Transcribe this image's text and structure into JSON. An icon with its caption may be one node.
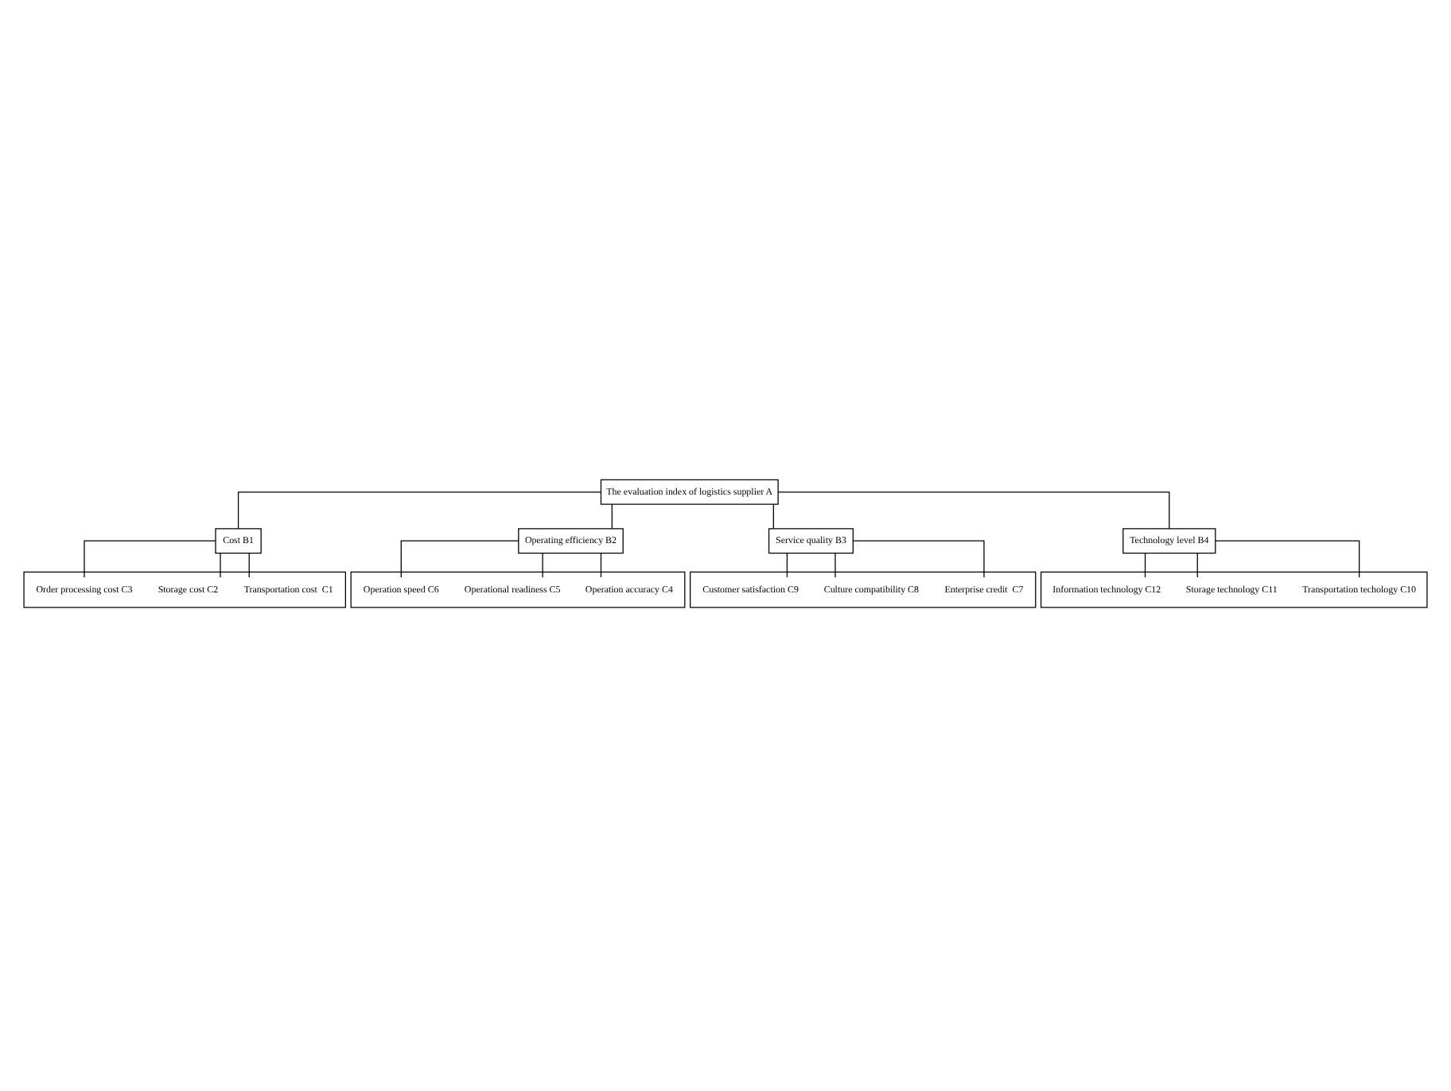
{
  "diagram": {
    "nodes": [
      {
        "text": [
          "The evaluation index of logistics supplier A"
        ]
      },
      {
        "text": [
          "Cost B1"
        ]
      },
      {
        "text": [
          "Operating efficiency B2"
        ]
      },
      {
        "text": [
          "Service quality B3"
        ]
      },
      {
        "text": [
          "Technology level B4"
        ]
      },
      {
        "text": [],
        "shape": "box"
      },
      {
        "text": [
          "Transportation cost  C1"
        ],
        "in": 5
      },
      {
        "text": [
          "Storage cost C2"
        ],
        "in": 5
      },
      {
        "text": [
          "Order processing cost C3"
        ],
        "in": 5
      },
      {
        "text": [],
        "shape": "box"
      },
      {
        "text": [
          "Operation accuracy C4"
        ],
        "in": 9
      },
      {
        "text": [
          "Operational readiness C5"
        ],
        "in": 9
      },
      {
        "text": [
          "Operation speed C6"
        ],
        "in": 9
      },
      {
        "text": [],
        "shape": "box"
      },
      {
        "text": [
          "Enterprise credit  C7"
        ],
        "in": 13
      },
      {
        "text": [
          "Culture compatibility C8"
        ],
        "in": 13
      },
      {
        "text": [
          "Customer satisfaction C9"
        ],
        "in": 13
      },
      {
        "text": [],
        "shape": "box"
      },
      {
        "text": [
          "Transportation techology C10"
        ],
        "in": 17
      },
      {
        "text": [
          "Storage technology C11"
        ],
        "in": 17
      },
      {
        "text": [
          "Information technology C12"
        ],
        "in": 17
      }
    ],
    "edges": [
      {
        "from": 0,
        "to": 1,
        "arrow": "none"
      },
      {
        "from": 0,
        "to": 2,
        "arrow": "none"
      },
      {
        "from": 0,
        "to": 3,
        "arrow": "none"
      },
      {
        "from": 0,
        "to": 4,
        "arrow": "none"
      },
      {
        "from": 1,
        "to": 6,
        "arrow": "none"
      },
      {
        "from": 1,
        "to": 7,
        "arrow": "none"
      },
      {
        "from": 1,
        "to": 8,
        "arrow": "none"
      },
      {
        "from": 2,
        "to": 10,
        "arrow": "none"
      },
      {
        "from": 2,
        "to": 11,
        "arrow": "none"
      },
      {
        "from": 2,
        "to": 12,
        "arrow": "none"
      },
      {
        "from": 3,
        "to": 14,
        "arrow": "none"
      },
      {
        "from": 3,
        "to": 15,
        "arrow": "none"
      },
      {
        "from": 3,
        "to": 16,
        "arrow": "none"
      },
      {
        "from": 4,
        "to": 18,
        "arrow": "none"
      },
      {
        "from": 4,
        "to": 19,
        "arrow": "none"
      },
      {
        "from": 4,
        "to": 20,
        "arrow": "none"
      }
    ]
  }
}
